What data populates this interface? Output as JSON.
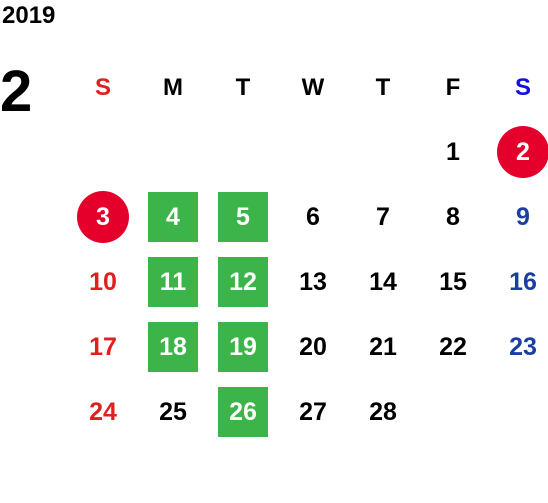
{
  "calendar": {
    "year": "2019",
    "month": "2",
    "weekdays": [
      "S",
      "M",
      "T",
      "W",
      "T",
      "F",
      "S"
    ],
    "first_weekday_index": 5,
    "days": [
      "1",
      "2",
      "3",
      "4",
      "5",
      "6",
      "7",
      "8",
      "9",
      "10",
      "11",
      "12",
      "13",
      "14",
      "15",
      "16",
      "17",
      "18",
      "19",
      "20",
      "21",
      "22",
      "23",
      "24",
      "25",
      "26",
      "27",
      "28"
    ],
    "circled_days": [
      "2",
      "3"
    ],
    "highlighted_days": [
      "4",
      "5",
      "11",
      "12",
      "18",
      "19",
      "26"
    ],
    "colors": {
      "sunday_text": "#e02020",
      "saturday_text": "#1a3fa0",
      "saturday_header": "#1010e0",
      "circle_fill": "#e4002b",
      "highlight_fill": "#3cb44a"
    }
  }
}
